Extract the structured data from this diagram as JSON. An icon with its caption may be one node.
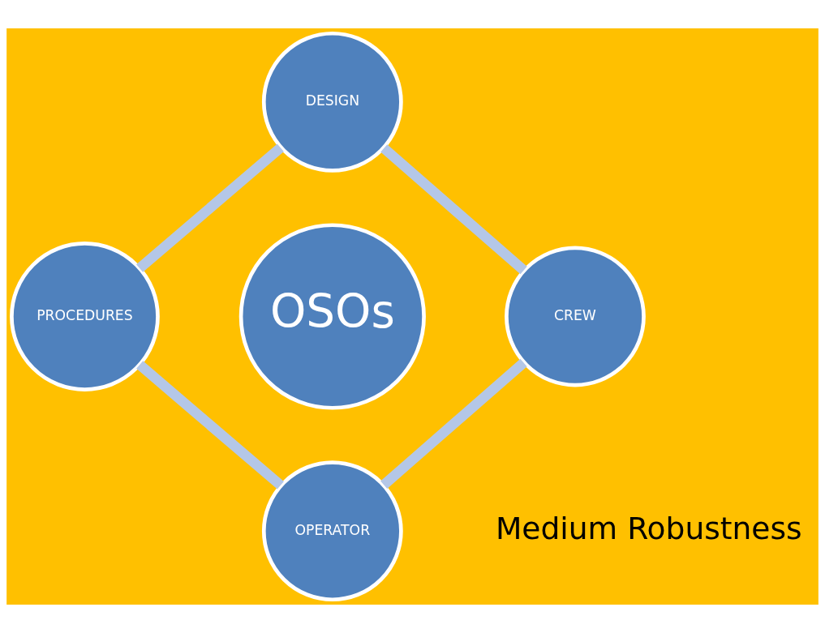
{
  "diagram": {
    "nodes": [
      {
        "text": [
          "DESIGN"
        ]
      },
      {
        "text": [
          "PROCEDURES"
        ]
      },
      {
        "text": [
          "OSOs"
        ]
      },
      {
        "text": [
          "CREW"
        ]
      },
      {
        "text": [
          "OPERATOR"
        ]
      }
    ],
    "edges": [
      {
        "from": 0,
        "to": 3,
        "arrow": "none"
      },
      {
        "from": 3,
        "to": 4,
        "arrow": "none"
      },
      {
        "from": 4,
        "to": 1,
        "arrow": "none"
      },
      {
        "from": 1,
        "to": 0,
        "arrow": "none"
      }
    ],
    "labels": [
      "Medium Robustness"
    ]
  }
}
